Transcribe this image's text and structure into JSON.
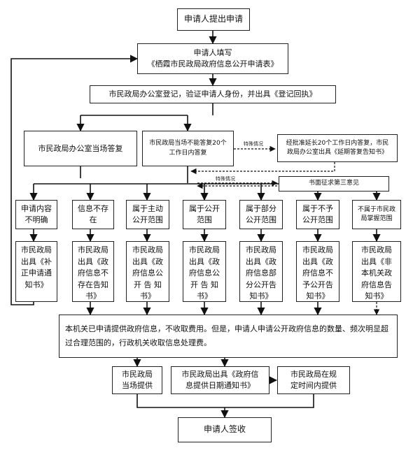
{
  "diagram": {
    "start": "申请人提出申请",
    "fill_form": "申请人填写\n《栖霞市民政局政府信息公开申请表》",
    "register": "市民政局办公室登记，验证申请人身份，并出具《登记回执》",
    "reply_on_site": "市民政局办公室当场答复",
    "cannot_reply": "市民政局当场不能答复20个\n工作日内答复",
    "special_label_1": "特殊情况",
    "extension": "经批准延长20个工作日内答复，市民\n政局办公室出具《延期答复告知书》",
    "special_label_2": "特殊情况",
    "third_party": "书面征求第三意见",
    "categories": [
      {
        "type": "申请内容\n不明确",
        "result": "市民政局\n出具《补\n正申请通\n知书》"
      },
      {
        "type": "信息不存\n在",
        "result": "市民政局\n出具《政\n府信息不\n存在告知\n书》"
      },
      {
        "type": "属于主动\n公开范围",
        "result": "市民政局\n出具《政\n府信息公\n开 告 知\n书》"
      },
      {
        "type": "属于公开\n范围",
        "result": "市民政局\n出具《政\n府信息公\n开 告 知\n书》"
      },
      {
        "type": "属于部分\n公开范围",
        "result": "市民政局\n出具《政\n府信息部\n分公开告\n知书》"
      },
      {
        "type": "属于不予\n公开范围",
        "result": "市民政局\n出具《政\n府信息不\n予公开告\n知书》"
      },
      {
        "type": "不属于市民政\n局掌握范围",
        "result": "市民政局\n出具《非\n本机关政\n府信息告\n知书》"
      }
    ],
    "fee_note": "本机关已申请提供政府信息，不收取费用。但是，申请人申请公开政府信息的数量、频次明显超过合理范围的，行政机关收取信息处理费。",
    "provide_on_site": "市民政局\n当场提供",
    "date_notice": "市民政局出具《政府信\n息提供日期通知书》",
    "provide_in_time": "市民政局在规\n定时间内提供",
    "sign": "申请人签收"
  }
}
